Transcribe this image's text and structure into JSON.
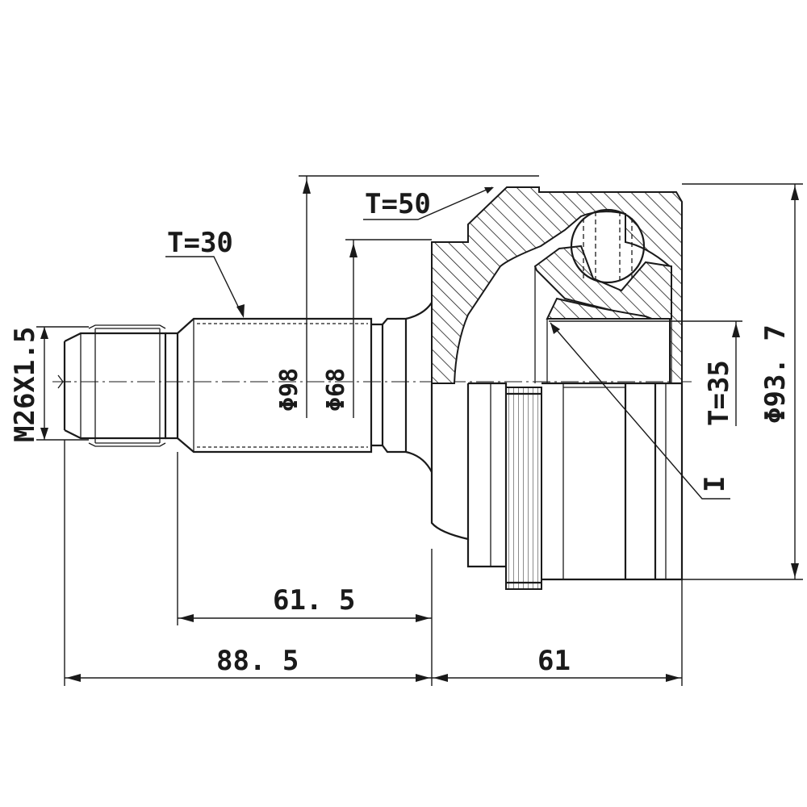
{
  "labels": {
    "thread": "M26X1.5",
    "t30": "T=30",
    "t50": "T=50",
    "t35": "T=35",
    "dia98": "Φ98",
    "dia68": "Φ68",
    "dia937": "Φ93. 7",
    "len615": "61. 5",
    "len885": "88. 5",
    "len61": "61",
    "marker": "I"
  }
}
